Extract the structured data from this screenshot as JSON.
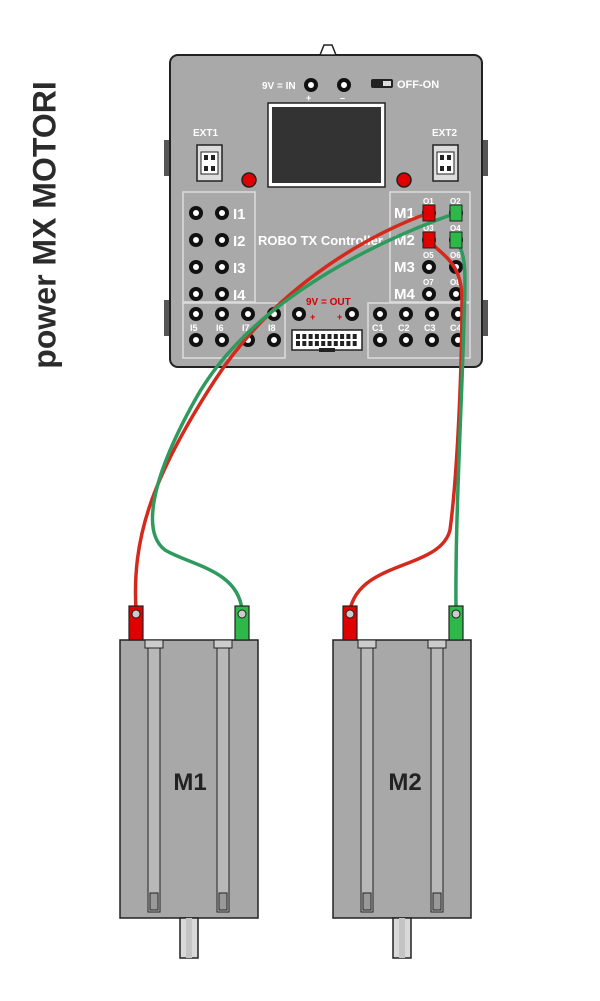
{
  "title": "power MX MOTORI",
  "controller": {
    "name": "ROBO TX Controller",
    "power_in_label": "9V = IN",
    "plus": "+",
    "minus": "–",
    "switch_label": "OFF-ON",
    "power_out_label": "9V = OUT",
    "ext1": "EXT1",
    "ext2": "EXT2",
    "inputs_left": [
      "I1",
      "I2",
      "I3",
      "I4"
    ],
    "inputs_bottom": [
      "I5",
      "I6",
      "I7",
      "I8"
    ],
    "counters": [
      "C1",
      "C2",
      "C3",
      "C4"
    ],
    "motor_ports": [
      "M1",
      "M2",
      "M3",
      "M4"
    ],
    "outputs": [
      "O1",
      "O2",
      "O3",
      "O4",
      "O5",
      "O6",
      "O7",
      "O8"
    ]
  },
  "motors": [
    {
      "label": "M1"
    },
    {
      "label": "M2"
    }
  ],
  "colors": {
    "wire_red": "#d42a1e",
    "wire_green": "#2e9a5e",
    "plug_red": "#e00000",
    "plug_green": "#2fb84a",
    "controller_body": "#a9a9a9",
    "motor_body": "#a8a8a8"
  }
}
